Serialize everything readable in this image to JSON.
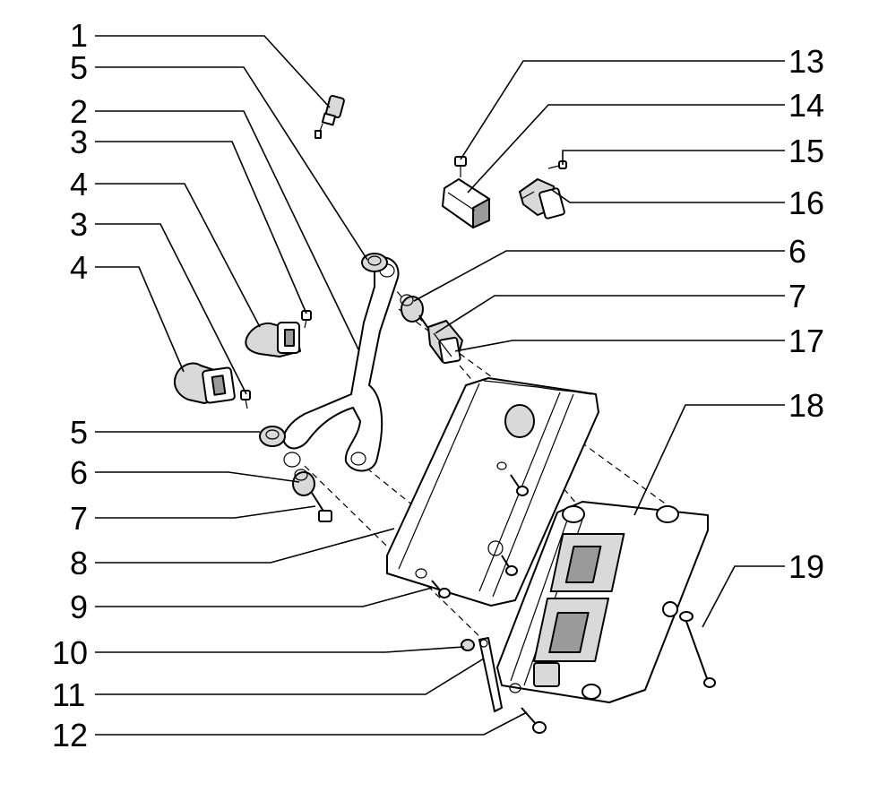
{
  "callouts_left": [
    "1",
    "5",
    "2",
    "3",
    "4",
    "3",
    "4",
    "5",
    "6",
    "7",
    "8",
    "9",
    "10",
    "11",
    "12"
  ],
  "callouts_right": [
    "13",
    "14",
    "15",
    "16",
    "6",
    "7",
    "17",
    "18",
    "19"
  ]
}
